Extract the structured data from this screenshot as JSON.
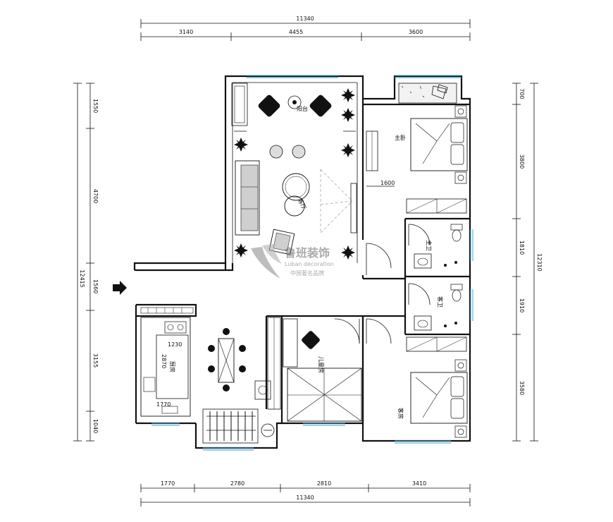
{
  "dimensions": {
    "top_total": "11340",
    "top_segments": [
      "3140",
      "4455",
      "3600"
    ],
    "bottom_total": "11340",
    "bottom_segments": [
      "1770",
      "2780",
      "2810",
      "3410"
    ],
    "left_total": "12415",
    "left_segments": [
      "1550",
      "4700",
      "1560",
      "3155",
      "1040"
    ],
    "right_total": "12310",
    "right_segments": [
      "700",
      "3800",
      "1810",
      "1910",
      "3580"
    ]
  },
  "rooms": {
    "balcony": "阳台",
    "living": "客厅",
    "master_bedroom": "主卧",
    "master_bath": "主卫",
    "guest_bath": "客卫",
    "kids_room": "儿童房",
    "guest_room": "客房",
    "kitchen": "厨房"
  },
  "inline_dims": {
    "master_wardrobe": "1600",
    "kitchen_width": "1230",
    "kitchen_length": "2870",
    "kitchen_bottom": "1770"
  },
  "watermark": {
    "brand": "鲁班装饰",
    "brand_en": "Luban decoration",
    "slogan": "中国著名品牌"
  },
  "colors": {
    "window": "#3fa3d6",
    "line": "#111111"
  },
  "icons": [
    "entrance-arrow-icon",
    "luban-logo-icon"
  ]
}
